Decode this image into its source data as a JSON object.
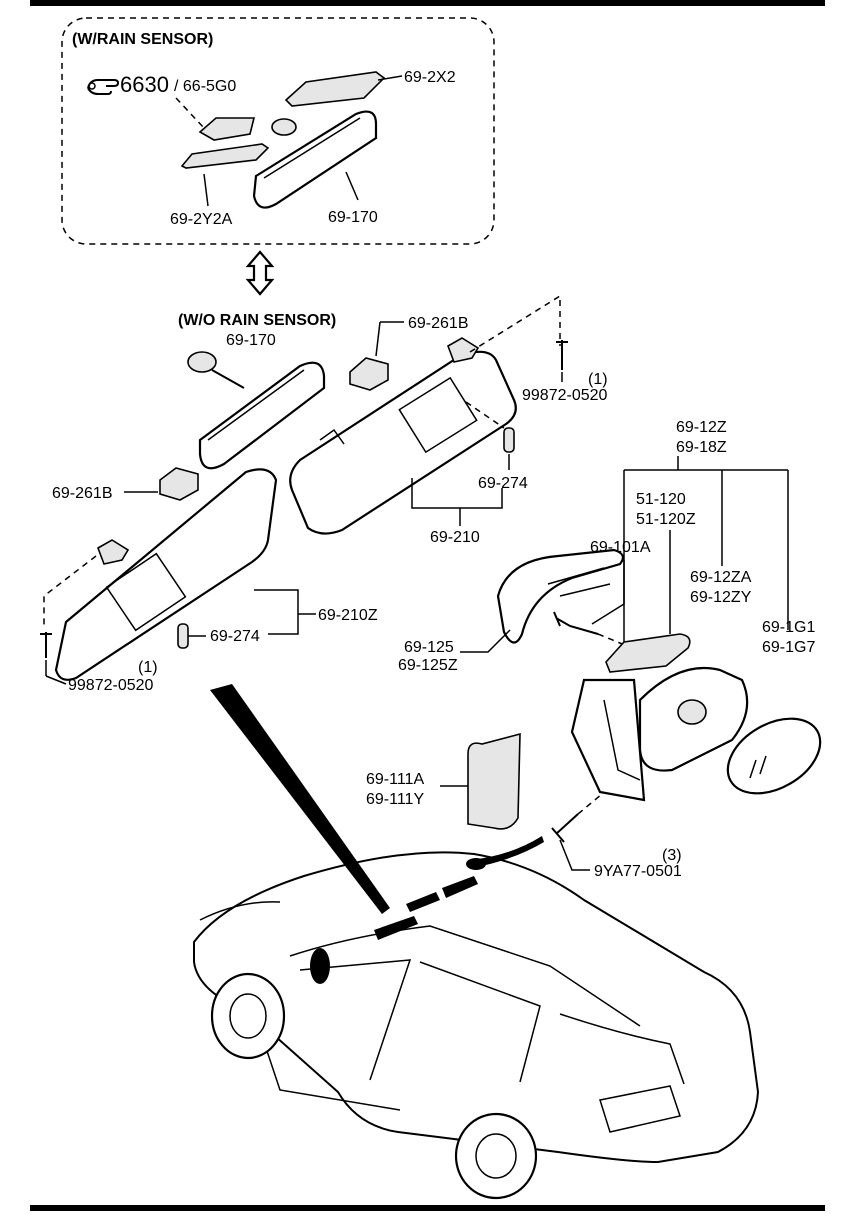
{
  "groups": {
    "rain_sensor": "(W/RAIN SENSOR)",
    "no_rain_sensor": "(W/O RAIN SENSOR)"
  },
  "reference": {
    "icon": "pointing-hand-icon",
    "number": "6630",
    "suffix": "/ 66-5G0"
  },
  "labels": {
    "p_69_2X2": "69-2X2",
    "p_69_2Y2A": "69-2Y2A",
    "p_69_170_top": "69-170",
    "p_69_170_mid": "69-170",
    "p_69_261B_top": "69-261B",
    "p_69_261B_left": "69-261B",
    "p_99872_top_qty": "(1)",
    "p_99872_top": "99872-0520",
    "p_99872_left_qty": "(1)",
    "p_99872_left": "99872-0520",
    "p_69_274_right": "69-274",
    "p_69_274_left": "69-274",
    "p_69_210": "69-210",
    "p_69_210Z": "69-210Z",
    "p_69_12Z": "69-12Z",
    "p_69_18Z": "69-18Z",
    "p_51_120": "51-120",
    "p_51_120Z": "51-120Z",
    "p_69_101A": "69-101A",
    "p_69_12ZA": "69-12ZA",
    "p_69_12ZY": "69-12ZY",
    "p_69_1G1": "69-1G1",
    "p_69_1G7": "69-1G7",
    "p_69_125": "69-125",
    "p_69_125Z": "69-125Z",
    "p_69_111A": "69-111A",
    "p_69_111Y": "69-111Y",
    "p_9YA77_qty": "(3)",
    "p_9YA77": "9YA77-0501"
  }
}
